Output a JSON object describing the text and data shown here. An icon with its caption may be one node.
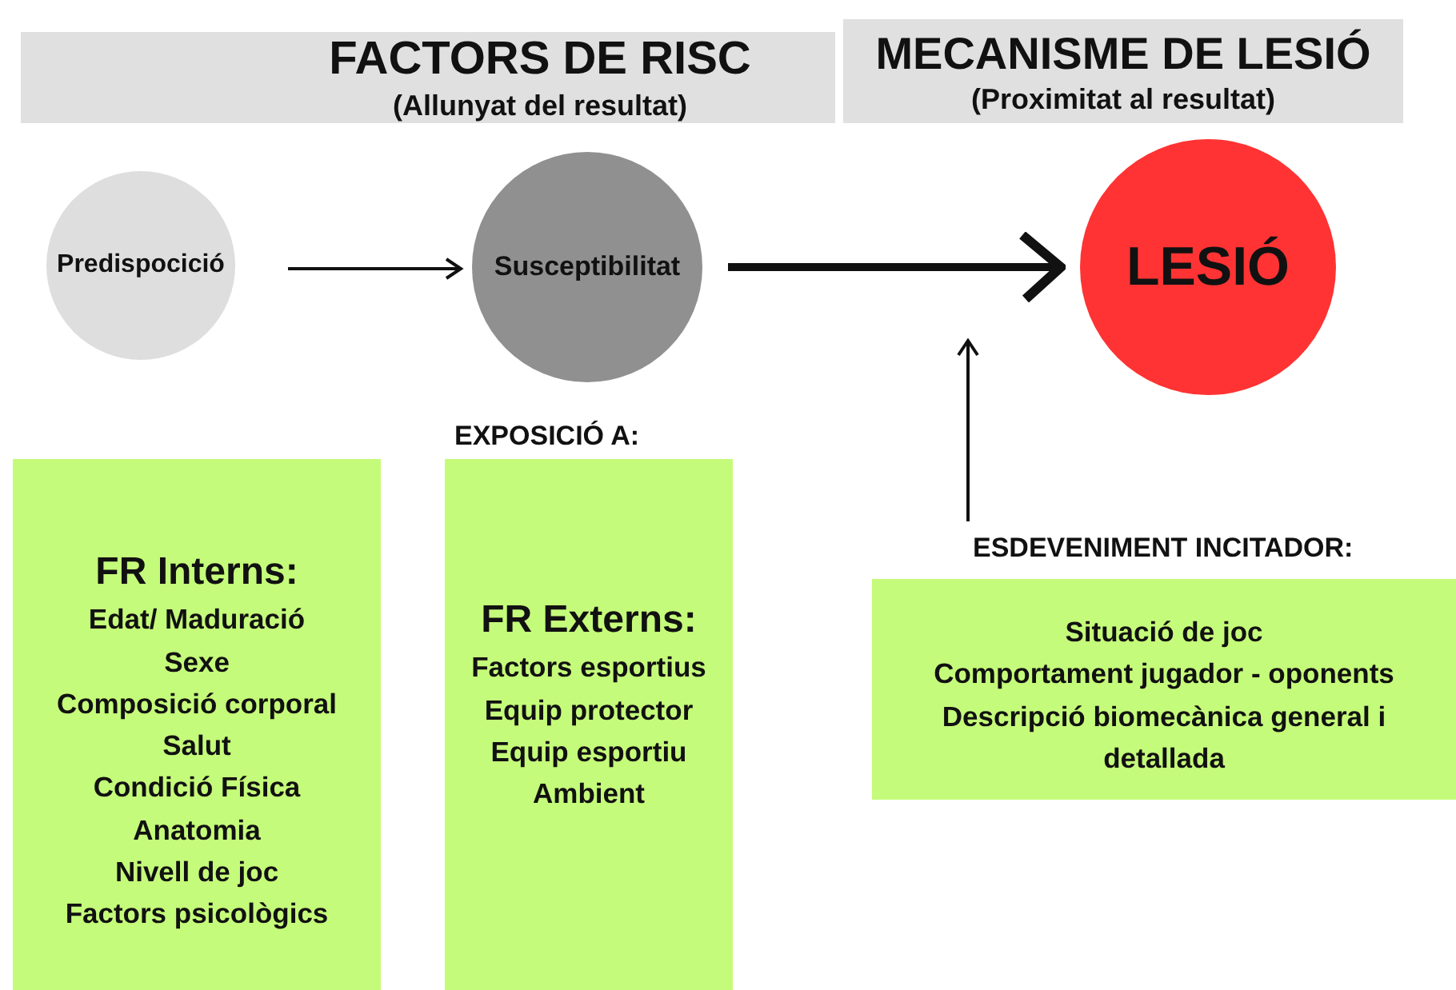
{
  "diagram": {
    "nodes": [
      {
        "text": [
          "FACTORS DE RISC",
          "(Allunyat del resultat)"
        ]
      },
      {
        "text": [
          "MECANISME DE LESIÓ",
          "(Proximitat al resultat)"
        ]
      },
      {
        "text": [
          "Predispocició"
        ]
      },
      {
        "text": [
          "Susceptibilitat"
        ]
      },
      {
        "text": [
          "LESIÓ"
        ]
      },
      {
        "text": [
          "FR Interns:",
          "Edat/ Maduració",
          "Sexe",
          "Composició corporal",
          "Salut",
          "Condició Física",
          "Anatomia",
          "Nivell de joc",
          "Factors psicològics"
        ]
      },
      {
        "text": [
          "FR Externs:",
          "Factors esportius",
          "Equip protector",
          "Equip esportiu",
          "Ambient"
        ],
        "beside": [
          "EXPOSICIÓ A:"
        ]
      },
      {
        "text": [
          "Situació de joc",
          "Comportament jugador - oponents",
          "Descripció biomecànica general i detallada"
        ],
        "beside": [
          "ESDEVENIMENT INCITADOR:"
        ]
      }
    ],
    "edges": [
      {
        "from": 2,
        "to": 3,
        "arrow": "to"
      },
      {
        "from": 3,
        "to": 4,
        "arrow": "to",
        "style": "thick"
      },
      {
        "from": 7,
        "to": null,
        "arrow": "to"
      }
    ]
  }
}
